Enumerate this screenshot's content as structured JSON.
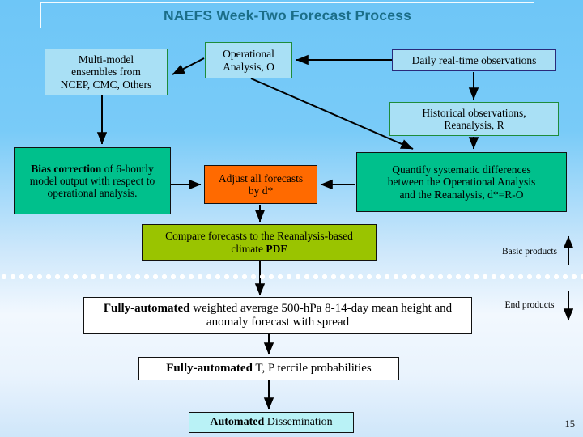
{
  "slide": {
    "title": "NAEFS Week-Two Forecast Process",
    "page_number": "15",
    "colors": {
      "background_top": "#6ec6f7",
      "background_bottom": "#cfe6fa",
      "title_text": "#1b6e88",
      "box_green": "#00c08c",
      "box_orange": "#ff6a00",
      "box_olive": "#9ac400",
      "box_lightblue": "#a9e0f5",
      "box_cyan": "#b9f2f6",
      "box_white": "#ffffff",
      "border_green": "#1e8c3a",
      "border_navy": "#2a2a7a",
      "arrow": "#000000",
      "divider_dots": "#ffffff"
    }
  },
  "nodes": {
    "multi_model": {
      "lines": [
        "Multi-model",
        "ensembles from",
        "NCEP, CMC, Others"
      ],
      "style": "light-blue-green-border"
    },
    "operational_analysis": {
      "lines": [
        "Operational",
        "Analysis, O"
      ],
      "style": "light-blue-green-border"
    },
    "daily_obs": {
      "lines": [
        "Daily real-time observations"
      ],
      "style": "light-blue-navy-border"
    },
    "historical_obs": {
      "lines": [
        "Historical observations,",
        "Reanalysis, R"
      ],
      "style": "light-blue-green-border"
    },
    "bias_correction": {
      "bold_lead": "Bias correction",
      "rest": " of 6-hourly model output with respect to operational analysis.",
      "style": "green"
    },
    "adjust_forecasts": {
      "lines": [
        "Adjust all forecasts",
        "by d*"
      ],
      "style": "orange"
    },
    "quantify": {
      "line1": "Quantify systematic differences",
      "line2_pre": "between the ",
      "line2_bold": "O",
      "line2_post": "perational Analysis",
      "line3_pre": "and the ",
      "line3_bold": "R",
      "line3_post": "eanalysis, d*=R-O",
      "style": "green"
    },
    "compare_pdf": {
      "line1": "Compare forecasts to the Reanalysis-based",
      "line2_pre": "climate ",
      "line2_bold": "PDF",
      "style": "olive"
    },
    "fully_automated_mean": {
      "bold_lead": "Fully-automated",
      "rest": " weighted average 500-hPa 8-14-day mean height and anomaly forecast with spread",
      "style": "white"
    },
    "tercile": {
      "bold_lead": "Fully-automated",
      "rest": " T, P tercile probabilities",
      "style": "white"
    },
    "dissemination": {
      "bold_lead": "Automated",
      "rest": " Dissemination",
      "style": "cyan"
    }
  },
  "annotations": {
    "basic_products": "Basic products",
    "end_products": "End products"
  }
}
